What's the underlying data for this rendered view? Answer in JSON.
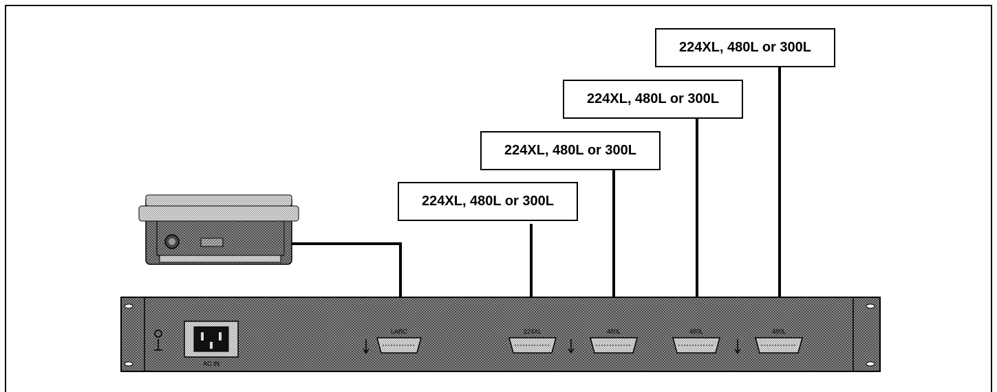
{
  "diagram": {
    "device_labels": [
      "224XL, 480L or 300L",
      "224XL, 480L or 300L",
      "224XL, 480L or 300L",
      "224XL, 480L or 300L"
    ],
    "port_labels": [
      "LARC",
      "224XL",
      "480L",
      "480L",
      "480L"
    ],
    "power_label": "AC IN",
    "colors": {
      "line": "#000000",
      "background": "#ffffff",
      "panel_dark": "#6a6a6a",
      "panel_light": "#d8d8d8"
    }
  }
}
